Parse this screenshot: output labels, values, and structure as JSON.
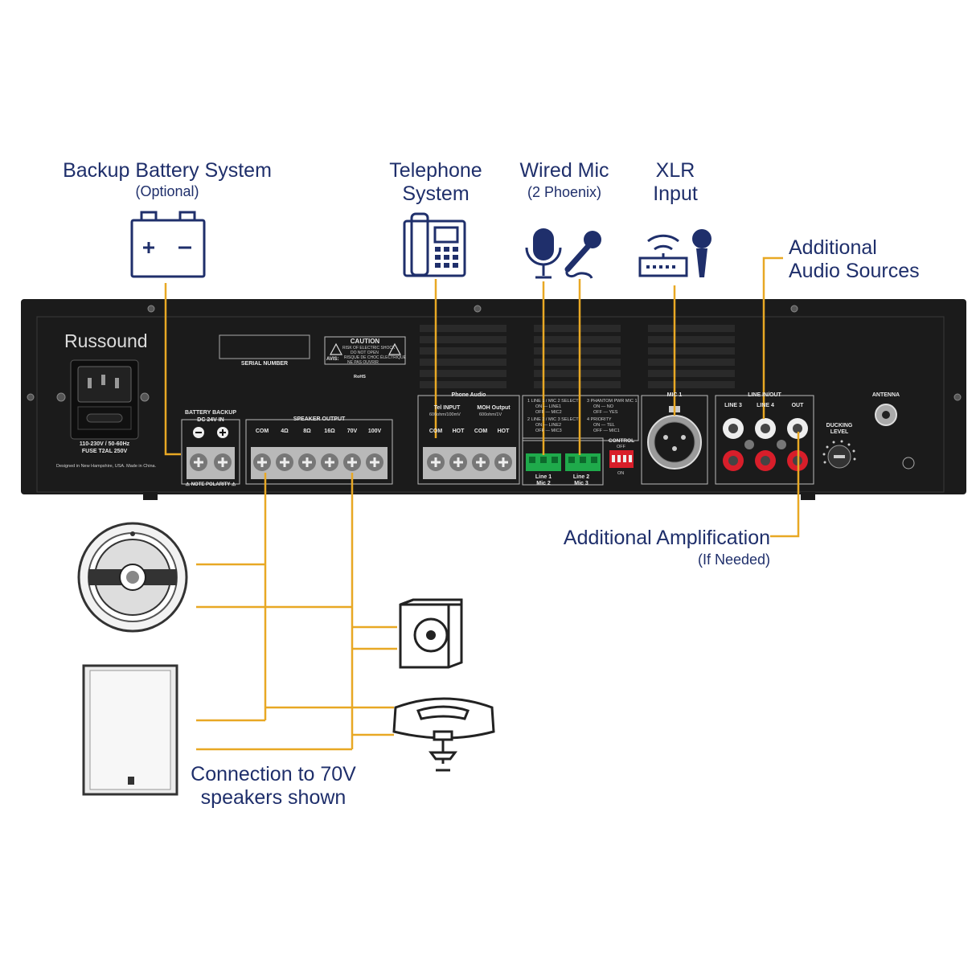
{
  "labels": {
    "battery_title": "Backup Battery System",
    "battery_sub": "(Optional)",
    "telephone_line1": "Telephone",
    "telephone_line2": "System",
    "wiredmic_title": "Wired Mic",
    "wiredmic_sub": "(2 Phoenix)",
    "xlr_line1": "XLR",
    "xlr_line2": "Input",
    "audio_line1": "Additional",
    "audio_line2": "Audio Sources",
    "amp_title": "Additional Amplification",
    "amp_sub": "(If Needed)",
    "connection_line1": "Connection to 70V",
    "connection_line2": "speakers shown"
  },
  "panel": {
    "brand": "Russound",
    "power_info_1": "110-230V / 50-60Hz",
    "power_info_2": "FUSE T2AL 250V",
    "designed": "Designed in New Hampshire, USA. Made in China.",
    "serial": "SERIAL NUMBER",
    "caution": "CAUTION",
    "caution_1": "RISK OF ELECTRIC SHOCK",
    "caution_2": "DO NOT OPEN",
    "avis": "AVIS:",
    "avis_1": "RISQUE DE CHOC ÉLECTRIQUE",
    "avis_2": "NE PAS OUVRIR",
    "rohs": "RoHS",
    "battery_backup_1": "BATTERY BACKUP",
    "battery_backup_2": "DC 24V IN",
    "note_polarity": "⚠ NOTE POLARITY ⚠",
    "speaker_output": "SPEAKER OUTPUT",
    "speaker_terms": [
      "COM",
      "4Ω",
      "8Ω",
      "16Ω",
      "70V",
      "100V"
    ],
    "phone_audio": "Phone Audio",
    "tel_input": "Tel INPUT",
    "tel_input_spec": "600ohm/100mV",
    "moh_output": "MOH Output",
    "moh_output_spec": "600ohm/1V",
    "phone_terms": [
      "COM",
      "HOT",
      "COM",
      "HOT"
    ],
    "dip_1": "1  LINE 1 / MIC 2 SELECT",
    "dip_1a": "ON  — LINE1",
    "dip_1b": "OFF — MIC2",
    "dip_2": "2  LINE 2 / MIC 3 SELECT",
    "dip_2a": "ON  — LINE2",
    "dip_2b": "OFF — MIC3",
    "dip_3": "3  PHANTOM PWR MIC 1",
    "dip_3a": "ON  — NO",
    "dip_3b": "OFF — YES",
    "dip_4": "4  PRIORITY",
    "dip_4a": "ON  — TEL",
    "dip_4b": "OFF — MIC1",
    "control": "CONTROL",
    "control_off": "OFF",
    "control_on": "ON",
    "line1": "Line 1",
    "mic2": "Mic 2",
    "line2": "Line 2",
    "mic3": "Mic 3",
    "mic1": "MIC 1",
    "line_inout": "LINE IN/OUT",
    "line3": "LINE 3",
    "line4": "LINE 4",
    "out": "OUT",
    "ducking_1": "DUCKING",
    "ducking_2": "LEVEL",
    "antenna": "ANTENNA"
  },
  "colors": {
    "label_text": "#1f2f6b",
    "wire": "#e8a824",
    "panel": "#1b1b1b",
    "terminal_green": "#1faa4b",
    "rca_red": "#d81e2a"
  }
}
